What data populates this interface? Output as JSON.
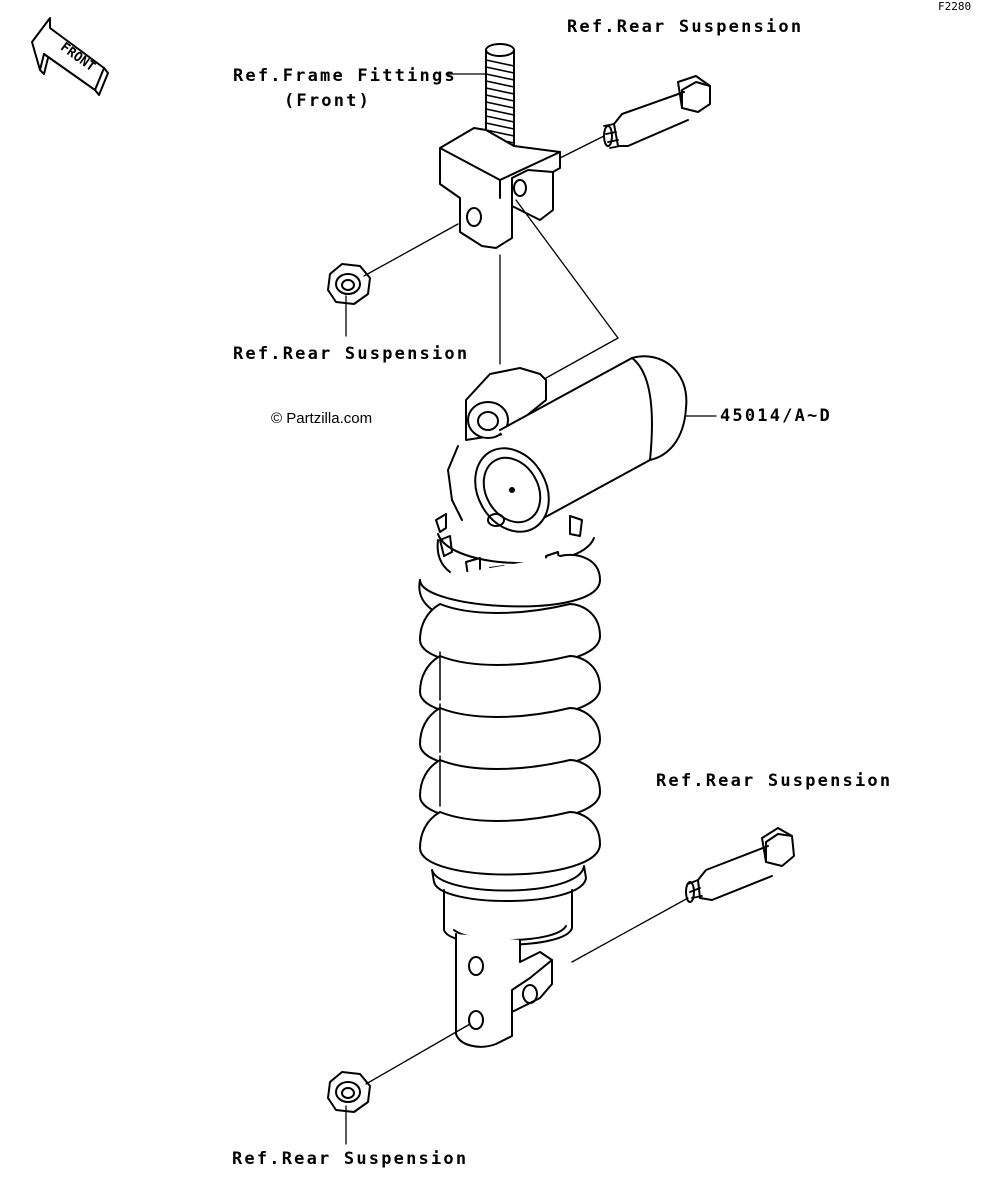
{
  "figure_code": "F2280",
  "front_arrow_text": "FRONT",
  "copyright": "© Partzilla.com",
  "labels": {
    "rear_suspension_top": "Ref.Rear Suspension",
    "frame_fittings_line1": "Ref.Frame Fittings",
    "frame_fittings_line2": "(Front)",
    "rear_suspension_mid_left": "Ref.Rear Suspension",
    "part_number": "45014/A~D",
    "rear_suspension_lower_right": "Ref.Rear Suspension",
    "rear_suspension_bottom": "Ref.Rear Suspension"
  },
  "colors": {
    "line": "#000000",
    "background": "#ffffff"
  }
}
